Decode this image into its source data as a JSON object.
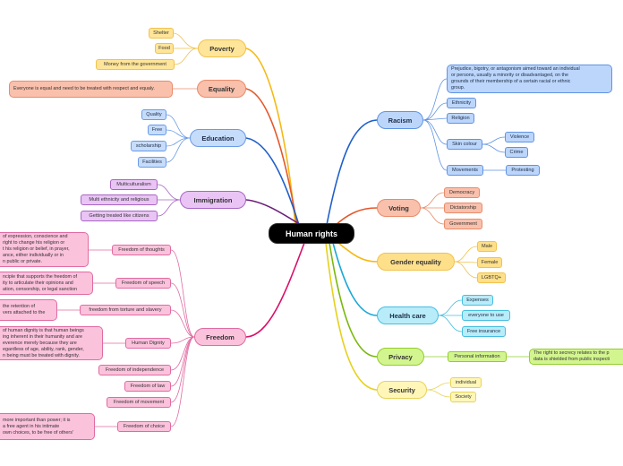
{
  "center": {
    "label": "Human rights"
  },
  "topics": {
    "poverty": {
      "label": "Poverty",
      "items": [
        "Shelter",
        "Food",
        "Money from the government"
      ]
    },
    "equality": {
      "label": "Equality",
      "note": "Everyone is equal and need to be treated with respect and equaly."
    },
    "education": {
      "label": "Education",
      "items": [
        "Quality",
        "Free",
        "scholarship",
        "Facilities"
      ]
    },
    "immigration": {
      "label": "Immigration",
      "items": [
        "Multiculturalism",
        "Multi ethnicity and religious",
        "Getting treated like citizens"
      ]
    },
    "freedom": {
      "label": "Freedom",
      "items": [
        "Freedom of thoughts",
        "Freedom of speech",
        "freedom from torture and slavery",
        "Human Dignity",
        "Freedom of independence",
        "Freedom of law",
        "Freedom of movement",
        "Freedom of choice"
      ],
      "notes": {
        "thoughts": [
          "of expression, conscience and",
          "right to change his religion or",
          "t his religion or belief, in prayer,",
          "ance, either individually or in",
          "n public or private."
        ],
        "speech": [
          "nciple that supports the freedom of",
          "ity to articulate their opinions and",
          "ation, censorship, or legal sanction"
        ],
        "torture": [
          "the retention of",
          "vers attached to the"
        ],
        "dignity": [
          "of human dignity is that human beings",
          "ing inherent in their humanity and are",
          "everence merely because they are",
          "egardless of age, ability, rank, gender,",
          "n being must be treated with dignity."
        ],
        "choice": [
          "more important than power; it is",
          "a free agent in his intimate",
          "own choices, to be free of others'"
        ]
      }
    },
    "racism": {
      "label": "Racism",
      "note": [
        "Prejudice, bigotry, or antagonism aimed toward an individual",
        "or persons, usually a minority or disadvantaged, on the",
        "grounds of their membership of a certain racial or ethnic",
        "group."
      ],
      "items": [
        "Ethnicity",
        "Religion",
        "Skin colour",
        "Movements"
      ],
      "skin_items": [
        "Violence",
        "Crime"
      ],
      "movement_items": [
        "Protesting"
      ]
    },
    "voting": {
      "label": "Voting",
      "items": [
        "Democracy",
        "Dictatorship",
        "Government"
      ]
    },
    "gender": {
      "label": "Gender equality",
      "items": [
        "Male",
        "Female",
        "LGBTQ+"
      ]
    },
    "health": {
      "label": "Health care",
      "items": [
        "Expenses",
        "everyone to use",
        "Free insurance"
      ]
    },
    "privacy": {
      "label": "Privacy",
      "items": [
        "Personal information"
      ],
      "note": [
        "The right to secrecy relates to the p",
        "data is shielded from public inspecti"
      ]
    },
    "security": {
      "label": "Security",
      "items": [
        "individual",
        "Society"
      ]
    }
  },
  "colors": {
    "poverty": "#f5b915",
    "equality": "#e3582b",
    "education": "#1f5fc9",
    "immigration": "#6a1f7a",
    "freedom": "#d8116a",
    "racism": "#1f5fc9",
    "voting": "#e3582b",
    "gender": "#f5b915",
    "health": "#1ba8d6",
    "privacy": "#7ab80d",
    "security": "#e6d11c"
  }
}
